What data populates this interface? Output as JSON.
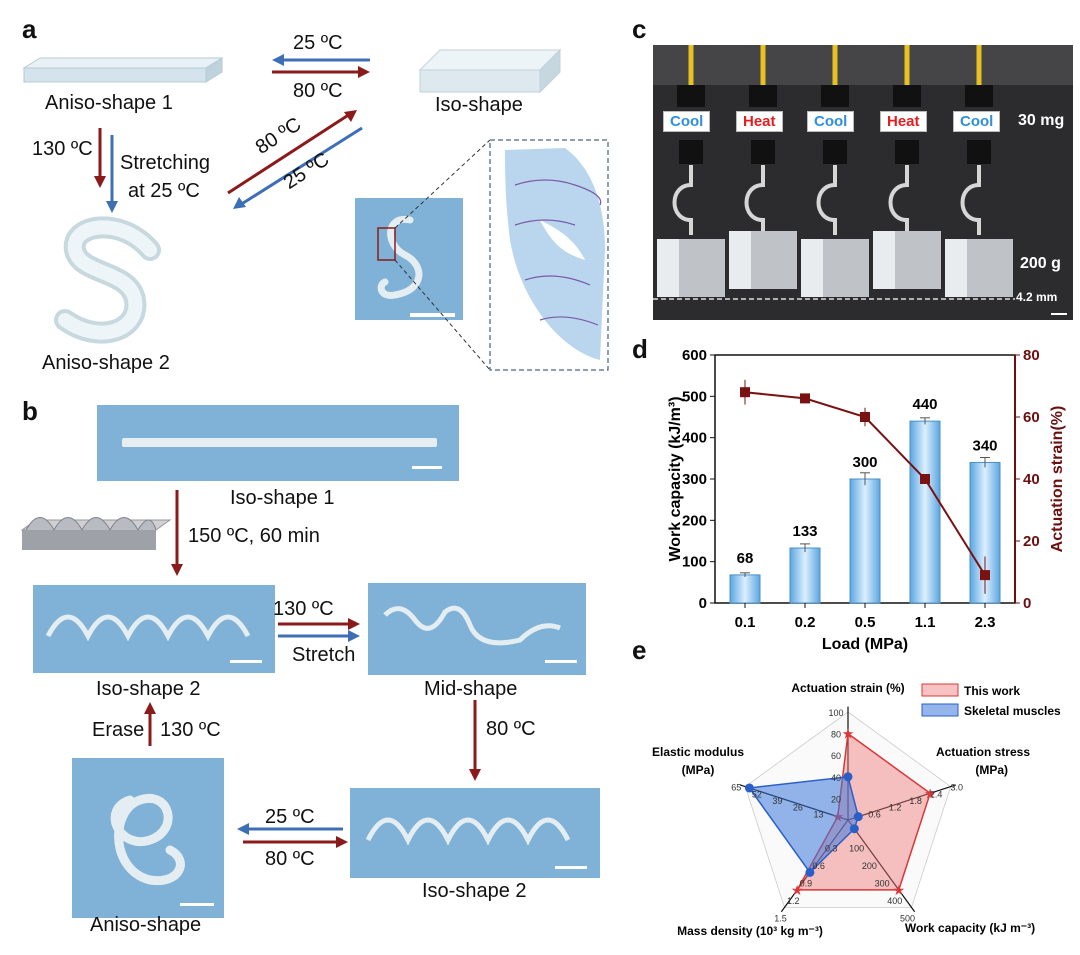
{
  "panels": {
    "a": "a",
    "b": "b",
    "c": "c",
    "d": "d",
    "e": "e"
  },
  "panel_a": {
    "aniso1": "Aniso-shape 1",
    "iso": "Iso-shape",
    "aniso2": "Aniso-shape 2",
    "t25": "25 ºC",
    "t80": "80 ºC",
    "t130": "130 ºC",
    "stretch1": "Stretching",
    "stretch2": "at 25 ºC",
    "diag80": "80 ºC",
    "diag25": "25 ºC"
  },
  "panel_b": {
    "iso1": "Iso-shape 1",
    "cond": "150 ºC, 60 min",
    "iso2": "Iso-shape 2",
    "mid": "Mid-shape",
    "t130": "130 ºC",
    "stretch": "Stretch",
    "t80": "80 ºC",
    "erase": "Erase",
    "erase_t": "130 ºC",
    "t25b": "25 ºC",
    "t80b": "80 ºC",
    "iso2b": "Iso-shape 2",
    "aniso": "Aniso-shape"
  },
  "panel_c": {
    "tags": [
      "Cool",
      "Heat",
      "Cool",
      "Heat",
      "Cool"
    ],
    "mass1": "30 mg",
    "mass2": "200 g",
    "disp": "4.2 mm"
  },
  "colors": {
    "red": "#8b1a1a",
    "blue": "#3e6fb5",
    "cool": "#2f8fd8",
    "heat": "#e02020"
  },
  "chart_data": [
    {
      "type": "bar",
      "categories": [
        "0.1",
        "0.2",
        "0.5",
        "1.1",
        "2.3"
      ],
      "series": [
        {
          "name": "Work capacity",
          "values": [
            68,
            133,
            300,
            440,
            340
          ],
          "errors": [
            5,
            10,
            15,
            8,
            12
          ]
        },
        {
          "name": "Actuation strain",
          "values": [
            68,
            66,
            60,
            40,
            9
          ],
          "errors": [
            4,
            1.5,
            3,
            0,
            6
          ]
        }
      ],
      "xlabel": "Load (MPa)",
      "ylabel": "Work capacity (kJ/m³)",
      "y2label": "Actuation strain(%)",
      "ylim": [
        0,
        600
      ],
      "y2lim": [
        0,
        80
      ],
      "yticks": [
        "0",
        "100",
        "200",
        "300",
        "400",
        "500",
        "600"
      ],
      "y2ticks": [
        "0",
        "20",
        "40",
        "60",
        "80"
      ],
      "data_labels": [
        "68",
        "133",
        "300",
        "440",
        "340"
      ]
    },
    {
      "type": "radar",
      "axes": [
        "Actuation strain (%)",
        "Actuation stress",
        "(MPa)",
        "Work capacity (kJ m⁻³)",
        "Mass density (10³ kg m⁻³)",
        "Elastic modulus",
        "(MPa)"
      ],
      "series": [
        {
          "name": "This work",
          "values": [
            0.8,
            0.8,
            0.8,
            0.8,
            0.1
          ]
        },
        {
          "name": "Skeletal muscles",
          "values": [
            0.4,
            0.1,
            0.1,
            0.6,
            0.96
          ]
        }
      ],
      "ticks": {
        "strain": [
          "100",
          "80",
          "60",
          "40",
          "20"
        ],
        "stress": [
          "3.0",
          "2.4",
          "1.8",
          "1.2",
          "0.6"
        ],
        "work": [
          "500",
          "400",
          "300",
          "200",
          "100"
        ],
        "density": [
          "1.5",
          "1.2",
          "0.9",
          "0.6",
          "0.3"
        ],
        "modulus": [
          "65",
          "52",
          "39",
          "26",
          "13"
        ]
      }
    }
  ]
}
